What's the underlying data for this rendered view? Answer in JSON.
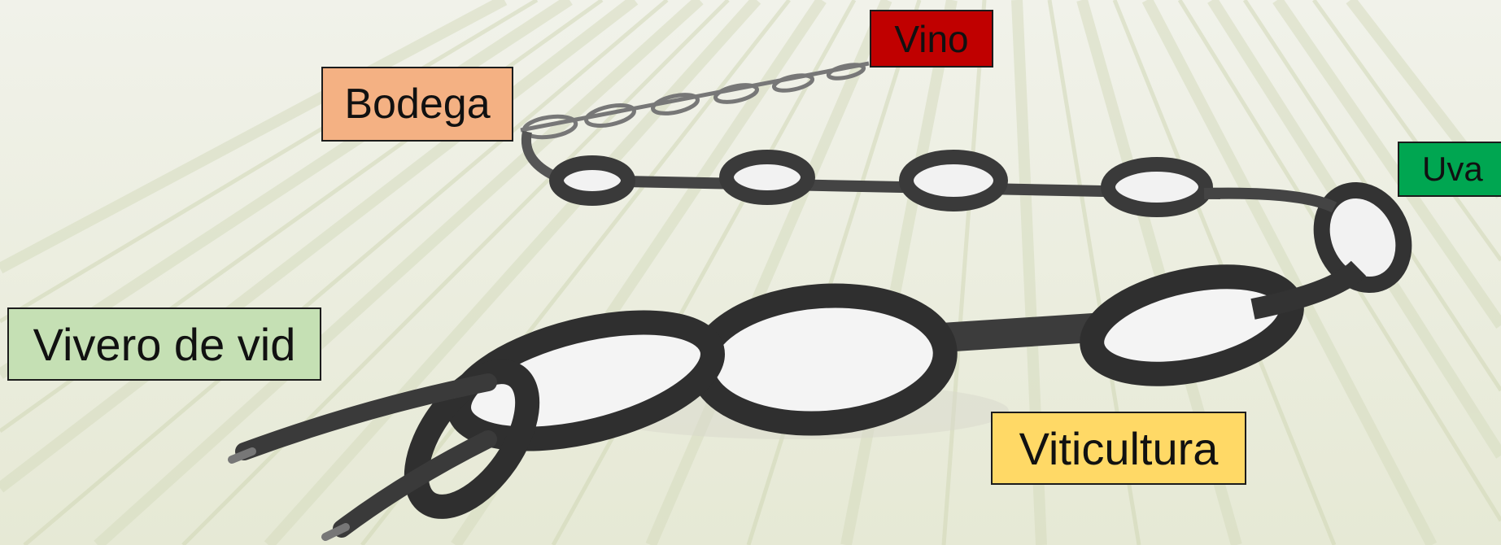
{
  "labels": {
    "vino": "Vino",
    "bodega": "Bodega",
    "uva": "Uva",
    "vivero": "Vivero de vid",
    "viticultura": "Viticultura"
  },
  "colors": {
    "vino": "#c00000",
    "bodega": "#f4b183",
    "uva": "#00a651",
    "vivero": "#c5e0b4",
    "viticultura": "#ffd966",
    "background": "#eef0e4",
    "chain": "#3a3a3a"
  },
  "icons": {
    "background": "vineyard-rows-background",
    "chain": "chain-illustration"
  }
}
